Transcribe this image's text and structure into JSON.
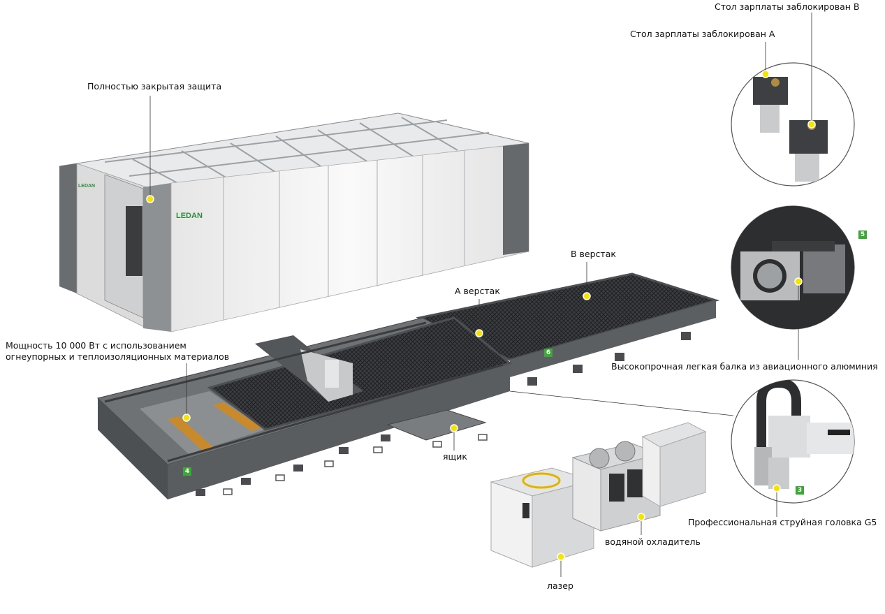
{
  "labels": {
    "enclosure": "Полностью закрытая защита",
    "table_b_lock": "Стол зарплаты заблокирован B",
    "table_a_lock": "Стол зарплаты заблокирован A",
    "bench_b": "В верстак",
    "bench_a": "А верстак",
    "power": "Мощность 10 000 Вт с использованием огнеупорных и теплоизоляционных материалов",
    "beam": "Высокопрочная легкая балка из авиационного алюминия",
    "drawer": "ящик",
    "head": "Профессиональная струйная головка G5",
    "chiller": "водяной охладитель",
    "laser": "лазер"
  },
  "badges": {
    "b3": "3",
    "b4": "4",
    "b5": "5",
    "b6": "6"
  },
  "brand": {
    "logo": "LEDAN",
    "logo_small": "LEDAN"
  },
  "colors": {
    "marker": "#f5e400",
    "badge": "#3aa935",
    "frame": "#55585b",
    "panel": "#f4f4f4",
    "grid": "#2f3133"
  }
}
